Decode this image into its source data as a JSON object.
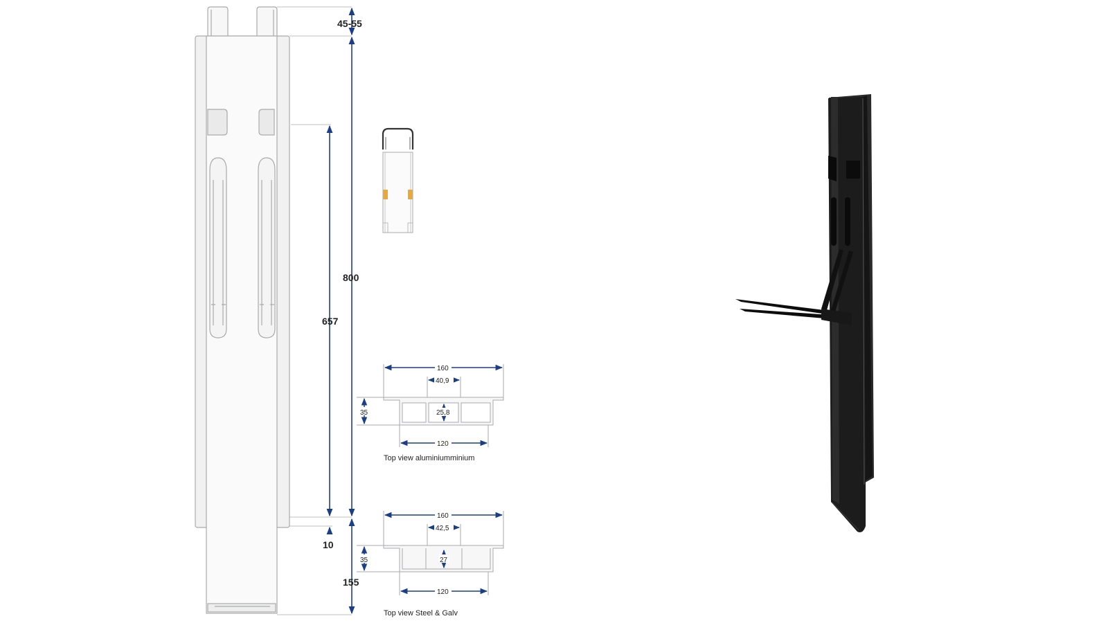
{
  "colors": {
    "dimension_arrow": "#1a3f86",
    "outline": "#a9aaac",
    "panel_fill": "#f1f1f1",
    "strip_fill": "#fafafa",
    "accent_insert": "#e8a83a",
    "photo_body": "#1c1c1c"
  },
  "front_view": {
    "dims": {
      "d_45_55": "45-55",
      "d_800": "800",
      "d_657": "657",
      "d_10": "10",
      "d_155": "155"
    }
  },
  "section_aluminium": {
    "width": "160",
    "inner": "40,9",
    "height": "35",
    "gap": "25,8",
    "bottom": "120",
    "caption": "Top view aluminiumminium"
  },
  "section_steel": {
    "width": "160",
    "inner": "42,5",
    "height": "35",
    "gap": "27",
    "bottom": "120",
    "caption": "Top view Steel & Galv"
  },
  "icons": {
    "top_cap_view": "front-profile-cap-icon",
    "photo": "product-photo-icon"
  }
}
